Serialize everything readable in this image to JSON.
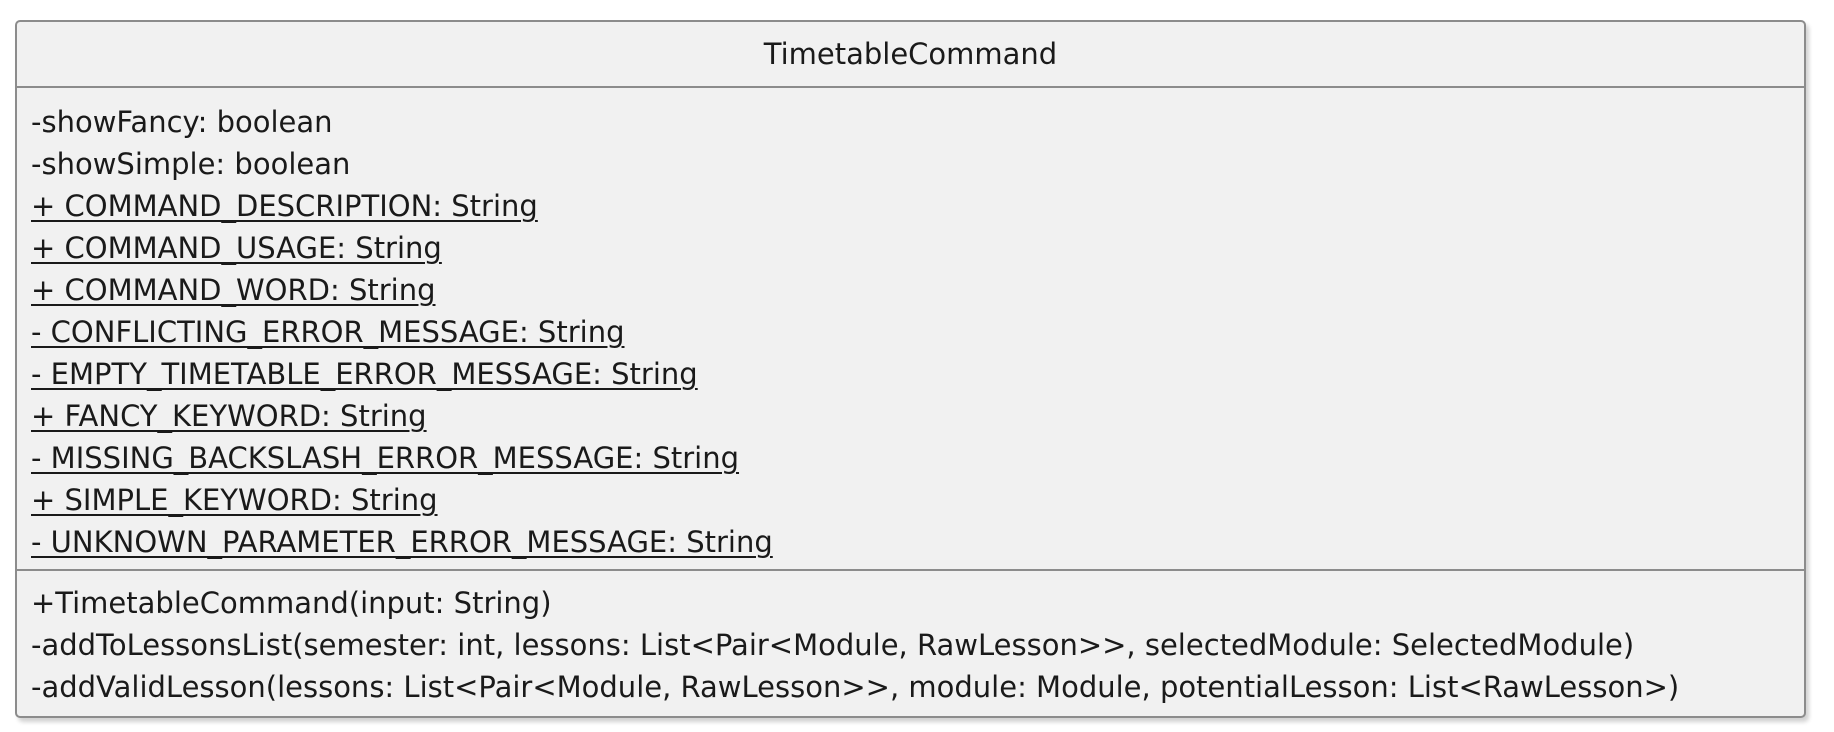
{
  "class": {
    "name": "TimetableCommand",
    "fields": [
      {
        "text": "-showFancy: boolean",
        "static": false
      },
      {
        "text": "-showSimple: boolean",
        "static": false
      },
      {
        "text": "+ COMMAND_DESCRIPTION: String",
        "static": true
      },
      {
        "text": "+ COMMAND_USAGE: String",
        "static": true
      },
      {
        "text": "+ COMMAND_WORD: String",
        "static": true
      },
      {
        "text": "- CONFLICTING_ERROR_MESSAGE: String",
        "static": true
      },
      {
        "text": "- EMPTY_TIMETABLE_ERROR_MESSAGE: String",
        "static": true
      },
      {
        "text": "+ FANCY_KEYWORD: String",
        "static": true
      },
      {
        "text": "- MISSING_BACKSLASH_ERROR_MESSAGE: String",
        "static": true
      },
      {
        "text": "+ SIMPLE_KEYWORD: String",
        "static": true
      },
      {
        "text": "- UNKNOWN_PARAMETER_ERROR_MESSAGE: String",
        "static": true
      }
    ],
    "methods": [
      {
        "text": "+TimetableCommand(input: String)"
      },
      {
        "text": "-addToLessonsList(semester: int, lessons: List<Pair<Module, RawLesson>>, selectedModule: SelectedModule)"
      },
      {
        "text": "-addValidLesson(lessons: List<Pair<Module, RawLesson>>, module: Module, potentialLesson: List<RawLesson>)"
      }
    ]
  }
}
